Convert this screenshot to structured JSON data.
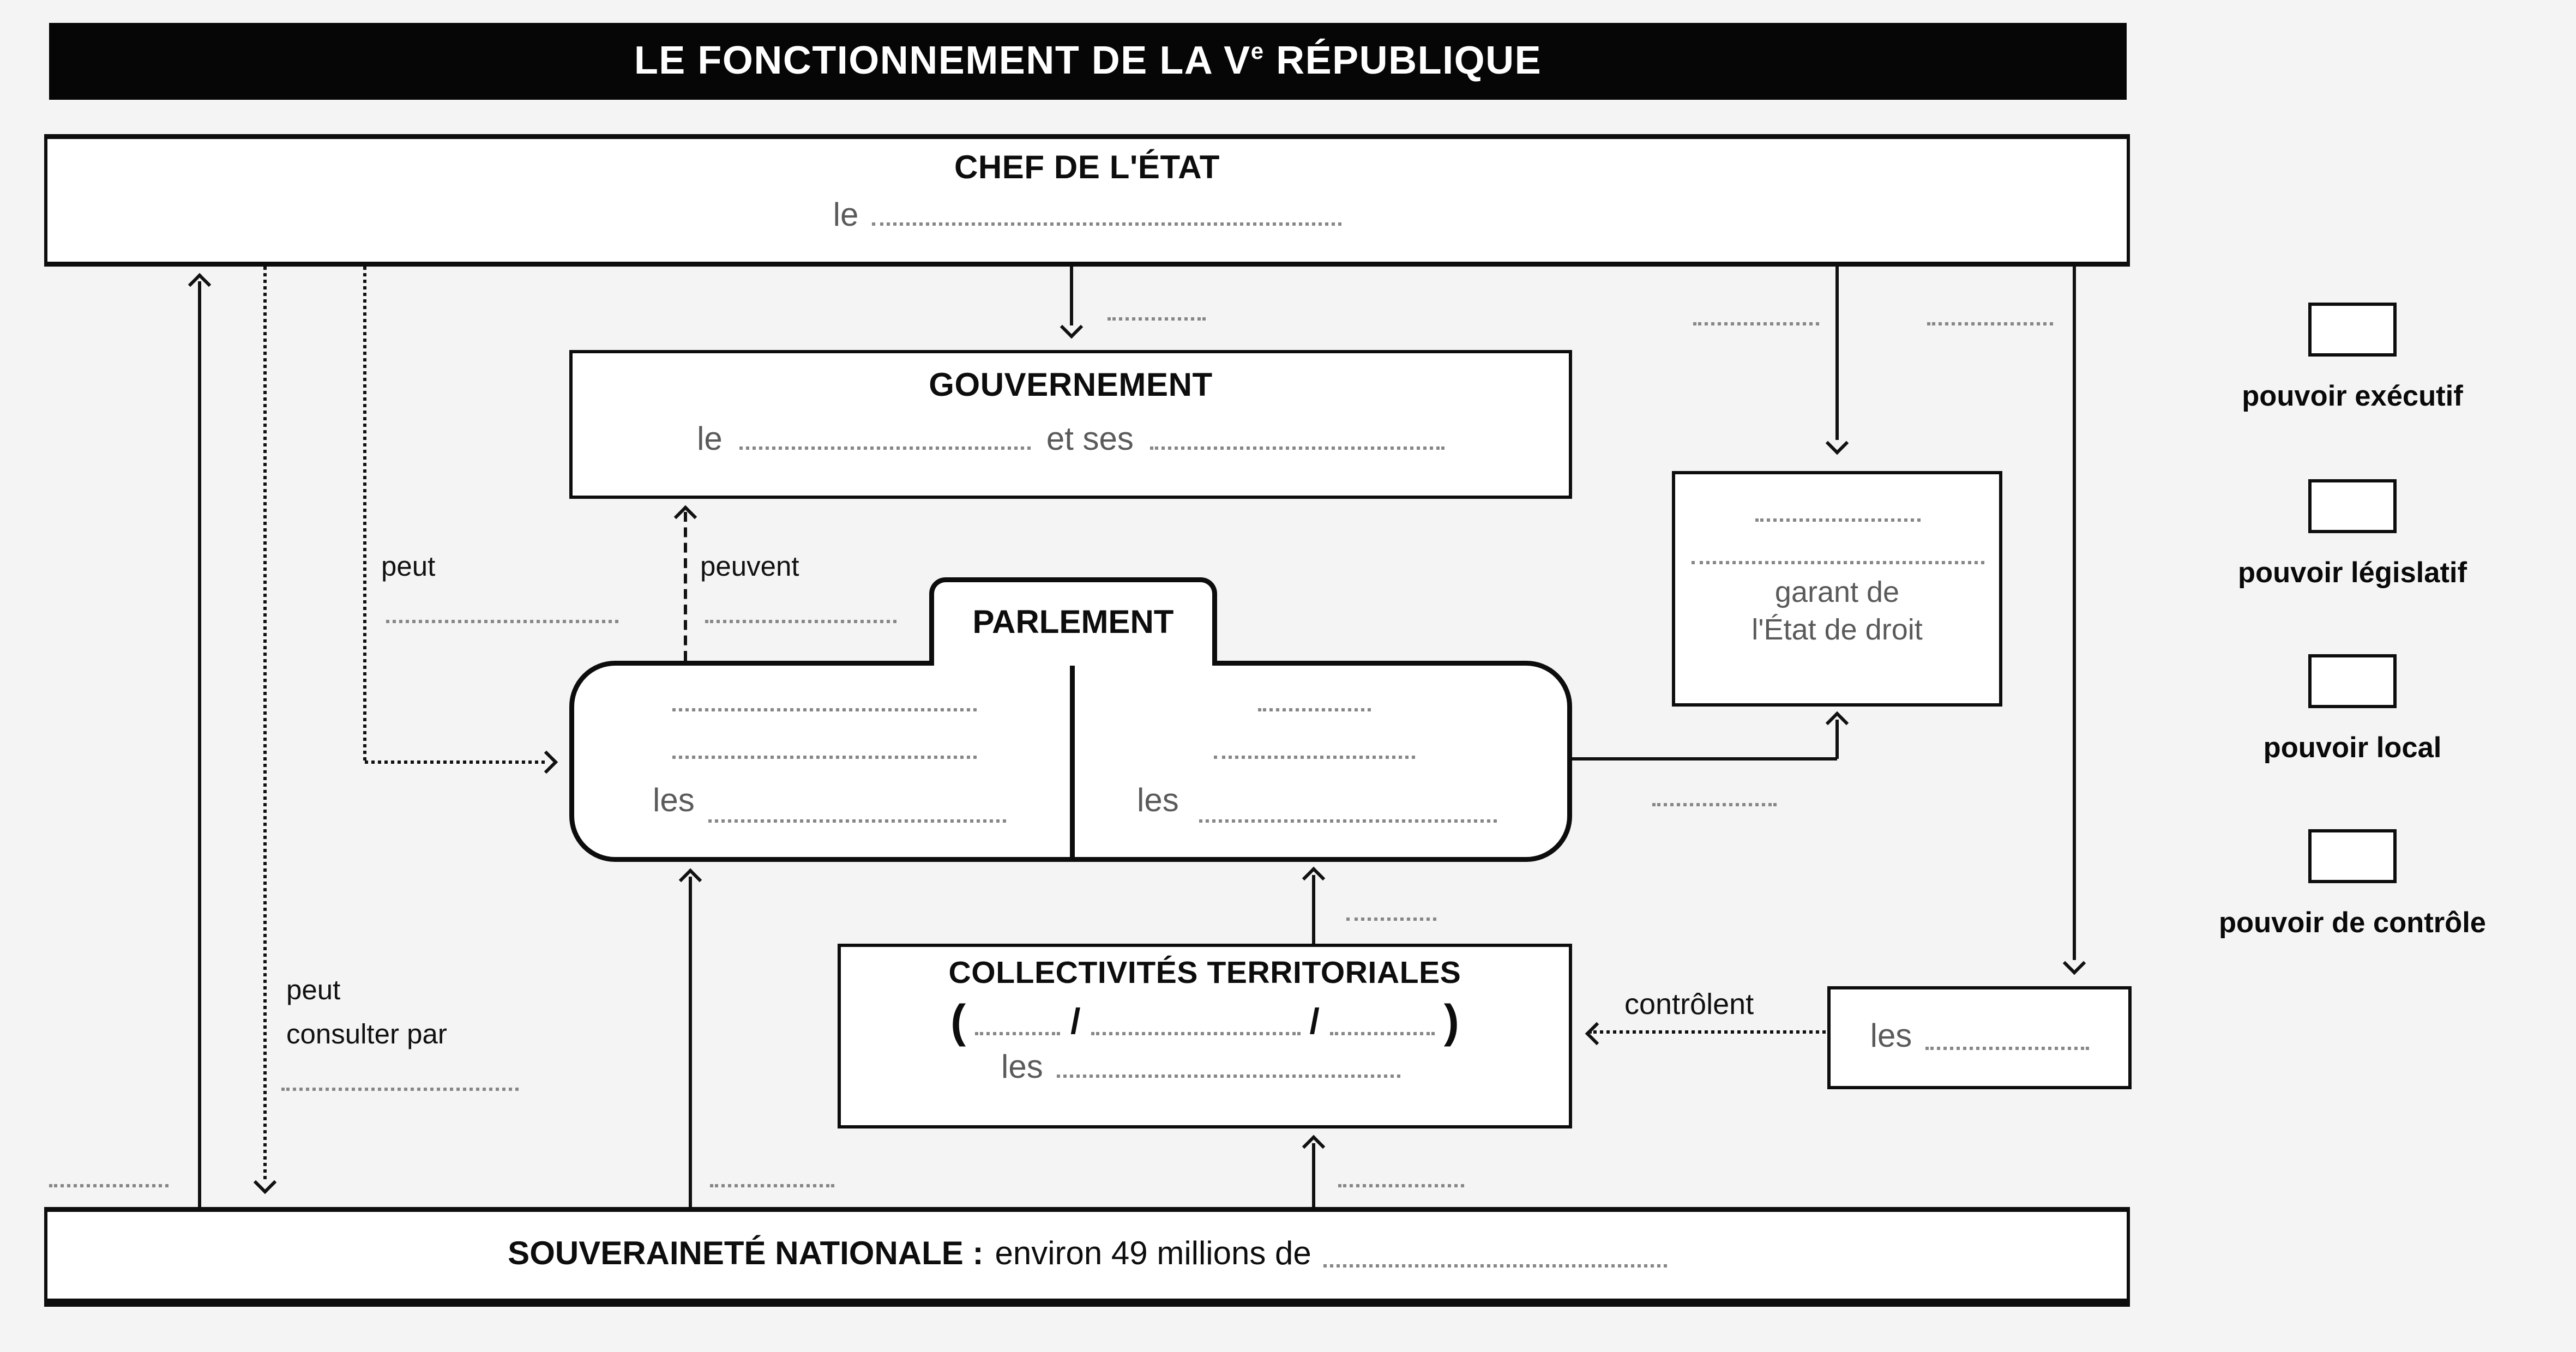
{
  "title": {
    "prefix": "LE FONCTIONNEMENT DE LA V",
    "superscript": "e",
    "suffix": " RÉPUBLIQUE"
  },
  "chef": {
    "title": "CHEF DE L'ÉTAT",
    "fill_prefix": "le"
  },
  "gouvernement": {
    "title": "GOUVERNEMENT",
    "fill_prefix": "le",
    "fill_middle": "et ses"
  },
  "parlement": {
    "tab": "PARLEMENT",
    "left_fill_prefix": "les",
    "right_fill_prefix": "les"
  },
  "garant": {
    "line1": "garant de",
    "line2": "l'État de droit"
  },
  "collectivites": {
    "title": "COLLECTIVITÉS TERRITORIALES",
    "paren_open": "(",
    "slash1": "/",
    "slash2": "/",
    "paren_close": ")",
    "fill_prefix": "les"
  },
  "prefets_box": {
    "fill_prefix": "les"
  },
  "souverainete": {
    "title": "SOUVERAINETÉ NATIONALE :",
    "text": "environ 49 millions de"
  },
  "arrow_labels": {
    "peut": "peut",
    "peuvent": "peuvent",
    "consulter_line1": "peut",
    "consulter_line2": "consulter par",
    "controlent": "contrôlent"
  },
  "legend": {
    "items": [
      {
        "label": "pouvoir exécutif"
      },
      {
        "label": "pouvoir législatif"
      },
      {
        "label": "pouvoir local"
      },
      {
        "label": "pouvoir de contrôle"
      }
    ]
  },
  "colors": {
    "background": "#f4f4f4",
    "ink": "#0d0d0d",
    "muted_text": "#5a5a5a",
    "dotted_blank": "#878787"
  }
}
